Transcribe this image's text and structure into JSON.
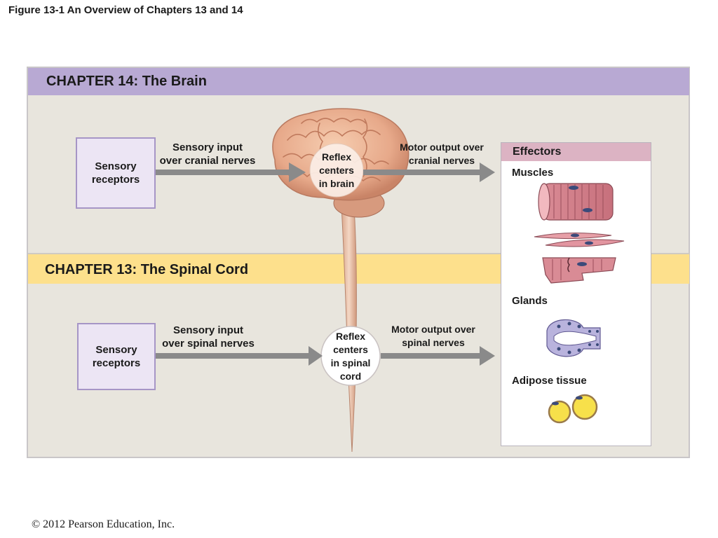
{
  "figure_title": "Figure 13-1  An Overview of Chapters 13 and 14",
  "chapter14": {
    "title": "CHAPTER 14: The Brain",
    "sensory_receptors": [
      "Sensory",
      "receptors"
    ],
    "input_label": [
      "Sensory input",
      "over cranial nerves"
    ],
    "reflex_label": [
      "Reflex",
      "centers",
      "in brain"
    ],
    "output_label": [
      "Motor output over",
      "cranial nerves"
    ]
  },
  "chapter13": {
    "title": "CHAPTER 13: The Spinal Cord",
    "sensory_receptors": [
      "Sensory",
      "receptors"
    ],
    "input_label": [
      "Sensory input",
      "over spinal nerves"
    ],
    "reflex_label": [
      "Reflex",
      "centers",
      "in spinal",
      "cord"
    ],
    "output_label": [
      "Motor output over",
      "spinal nerves"
    ]
  },
  "effectors": {
    "title": "Effectors",
    "muscles": "Muscles",
    "glands": "Glands",
    "adipose": "Adipose tissue"
  },
  "copyright": "© 2012 Pearson Education, Inc.",
  "colors": {
    "chapter14_band": "#b8a9d3",
    "chapter13_band": "#fde08c",
    "effectors_header": "#dcb3c3",
    "arrow": "#8a8a8a"
  }
}
